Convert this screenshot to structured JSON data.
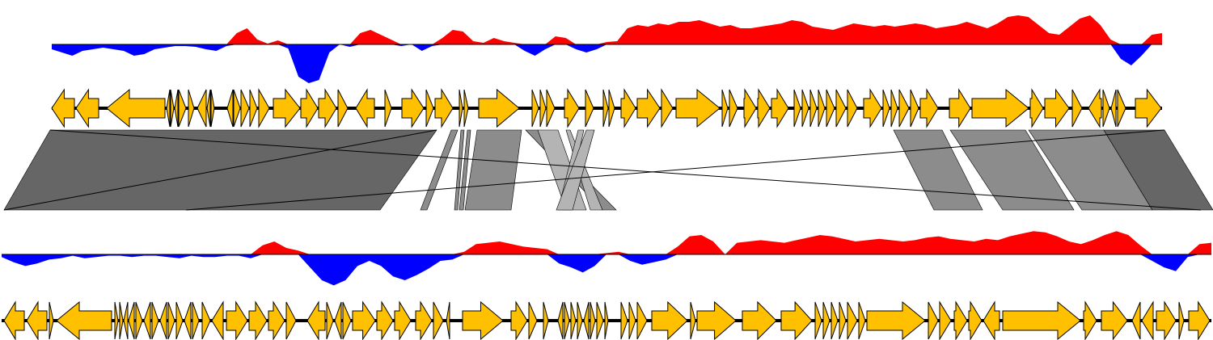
{
  "colors": {
    "background": "#ffffff",
    "gc_positive": "#ff0000",
    "gc_negative": "#0000ff",
    "gene_fill": "#ffc000",
    "gene_stroke": "#000000",
    "backbone": "#000000",
    "match_dark": "#666666",
    "match_mid": "#8c8c8c",
    "match_light": "#b4b4b4",
    "match_stroke": "#000000"
  },
  "tracks": {
    "top": {
      "gc_profile": [
        -6,
        -10,
        -14,
        -8,
        -6,
        -4,
        -6,
        -8,
        -14,
        -12,
        -6,
        -4,
        -2,
        -2,
        -3,
        -6,
        -8,
        -2,
        14,
        20,
        6,
        1,
        5,
        -5,
        -40,
        -48,
        -44,
        -10,
        0,
        -3,
        14,
        18,
        12,
        6,
        -2,
        0,
        -8,
        -2,
        8,
        18,
        16,
        4,
        2,
        8,
        4,
        2,
        -8,
        -14,
        -6,
        10,
        8,
        -6,
        -10,
        -6,
        3,
        4,
        20,
        24,
        22,
        26,
        24,
        28,
        28,
        30,
        26,
        22,
        24,
        20,
        20,
        22,
        24,
        26,
        30,
        28,
        22,
        20,
        18,
        22,
        26,
        24,
        22,
        24,
        22,
        24,
        26,
        24,
        20,
        22,
        24,
        28,
        24,
        20,
        26,
        34,
        36,
        34,
        24,
        14,
        12,
        22,
        32,
        36,
        24,
        6,
        -18,
        -26,
        -14,
        12,
        14
      ]
    },
    "bottom": {
      "gc_profile": [
        -4,
        -12,
        -18,
        -14,
        -8,
        -6,
        -2,
        -6,
        -4,
        -2,
        -2,
        -4,
        -2,
        -2,
        -4,
        -6,
        -2,
        -4,
        -4,
        -2,
        -2,
        -6,
        14,
        20,
        10,
        6,
        -20,
        -40,
        -48,
        -40,
        -18,
        -10,
        -18,
        -34,
        -40,
        -32,
        -22,
        -10,
        -8,
        4,
        16,
        18,
        20,
        16,
        12,
        10,
        8,
        -14,
        -20,
        -28,
        -18,
        2,
        4,
        -10,
        -16,
        -12,
        -8,
        12,
        28,
        30,
        20,
        0,
        18,
        20,
        22,
        20,
        18,
        22,
        26,
        30,
        28,
        24,
        20,
        22,
        24,
        22,
        20,
        22,
        26,
        28,
        24,
        22,
        20,
        24,
        22,
        28,
        32,
        36,
        34,
        28,
        20,
        16,
        22,
        30,
        36,
        30,
        14,
        -10,
        -20,
        -26,
        -4,
        16,
        18
      ]
    },
    "matches": [
      {
        "t": [
          62,
          540
        ],
        "b": [
          5,
          470
        ],
        "shade": "dark"
      },
      {
        "t": [
          558,
          566
        ],
        "b": [
          520,
          528
        ],
        "shade": "mid"
      },
      {
        "t": [
          570,
          574
        ],
        "b": [
          562,
          566
        ],
        "shade": "mid"
      },
      {
        "t": [
          578,
          582
        ],
        "b": [
          568,
          573
        ],
        "shade": "mid"
      },
      {
        "t": [
          590,
          645
        ],
        "b": [
          575,
          632
        ],
        "shade": "mid"
      },
      {
        "t": [
          650,
          665
        ],
        "b": [
          745,
          762
        ],
        "shade": "mid"
      },
      {
        "t": [
          665,
          690
        ],
        "b": [
          700,
          725
        ],
        "shade": "light"
      },
      {
        "t": [
          700,
          705
        ],
        "b": [
          730,
          745
        ],
        "shade": "light"
      },
      {
        "t": [
          715,
          722
        ],
        "b": [
          690,
          700
        ],
        "shade": "light"
      },
      {
        "t": [
          725,
          735
        ],
        "b": [
          688,
          708
        ],
        "shade": "light"
      },
      {
        "t": [
          1105,
          1165
        ],
        "b": [
          1155,
          1215
        ],
        "shade": "mid"
      },
      {
        "t": [
          1175,
          1268
        ],
        "b": [
          1240,
          1328
        ],
        "shade": "mid"
      },
      {
        "t": [
          1272,
          1365
        ],
        "b": [
          1338,
          1425
        ],
        "shade": "mid"
      },
      {
        "t": [
          1365,
          1440
        ],
        "b": [
          1425,
          1500
        ],
        "shade": "dark"
      }
    ],
    "cross_links": [
      {
        "t": 62,
        "b": 1485
      },
      {
        "t": 540,
        "b": 5
      },
      {
        "t": 1440,
        "b": 230
      }
    ]
  }
}
